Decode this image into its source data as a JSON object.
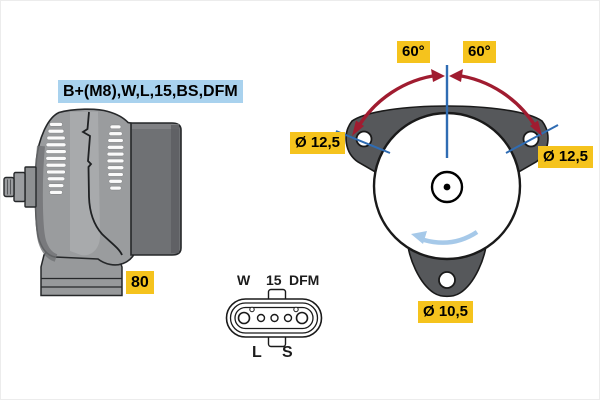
{
  "side_view": {
    "terminals_label": "B+(M8),W,L,15,BS,DFM",
    "dimension_label": "80"
  },
  "connector": {
    "top_pins": [
      "W",
      "15",
      "DFM"
    ],
    "bottom_pins": [
      "L",
      "S"
    ]
  },
  "front_view": {
    "angle_left": "60°",
    "angle_right": "60°",
    "hole_left": "Ø 12,5",
    "hole_right": "Ø 12,5",
    "hole_bottom": "Ø 10,5"
  },
  "colors": {
    "highlight_yellow": "#F5C31D",
    "highlight_blue": "#A9D2EE",
    "dimension_arrow_red": "#A01C30",
    "dimension_line_blue": "#2F6CB3",
    "rotation_arrow_blue": "#A6C9E9"
  }
}
